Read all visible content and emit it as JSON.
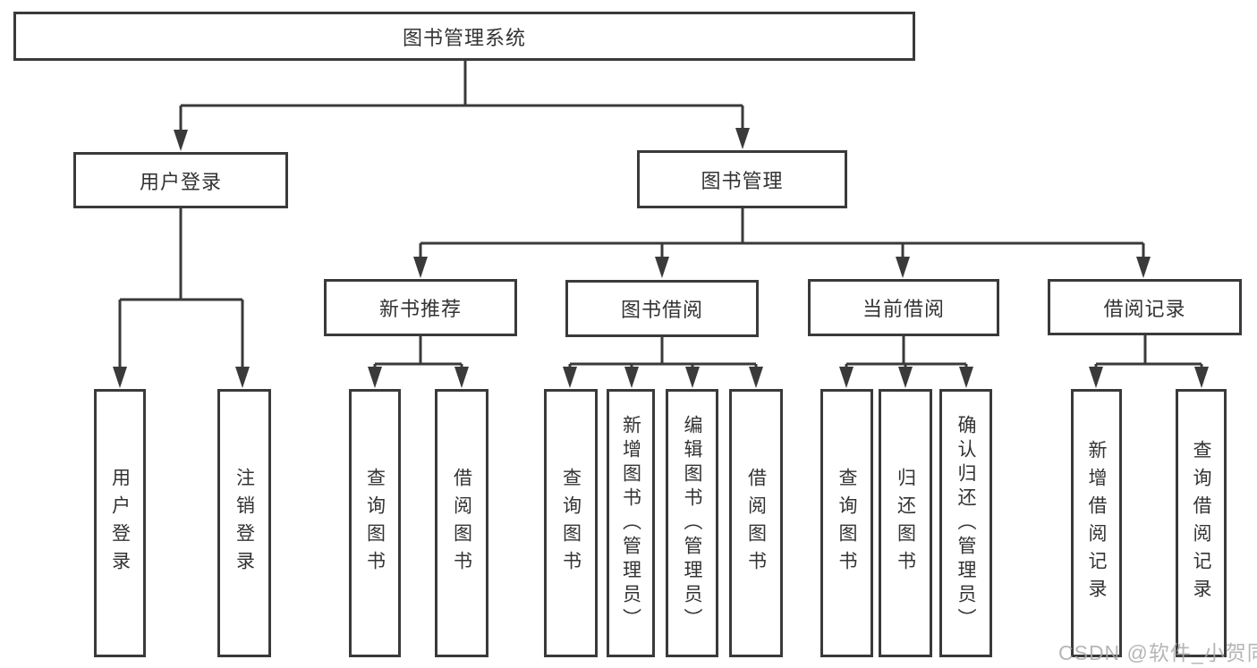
{
  "diagram": {
    "root": "图书管理系统",
    "level2": {
      "user_login": "用户登录",
      "book_management": "图书管理"
    },
    "level3": {
      "new_book_recommend": "新书推荐",
      "book_borrowing": "图书借阅",
      "current_borrowing": "当前借阅",
      "borrowing_records": "借阅记录"
    },
    "user_login_children": {
      "login": "用户登录",
      "logout": "注销登录"
    },
    "new_book_recommend_children": {
      "query": "查询图书",
      "borrow": "借阅图书"
    },
    "book_borrowing_children": {
      "query": "查询图书",
      "add": "新增图书（管理员）",
      "edit": "编辑图书（管理员）",
      "borrow": "借阅图书"
    },
    "current_borrowing_children": {
      "query": "查询图书",
      "return": "归还图书",
      "confirm": "确认归还（管理员）"
    },
    "borrowing_records_children": {
      "add": "新增借阅记录",
      "query": "查询借阅记录"
    }
  },
  "watermark": "CSDN @软件_小贺同学",
  "colors": {
    "line": "#3a3a3a",
    "text": "#333333",
    "watermark": "#aaaaaa",
    "background": "#ffffff"
  }
}
